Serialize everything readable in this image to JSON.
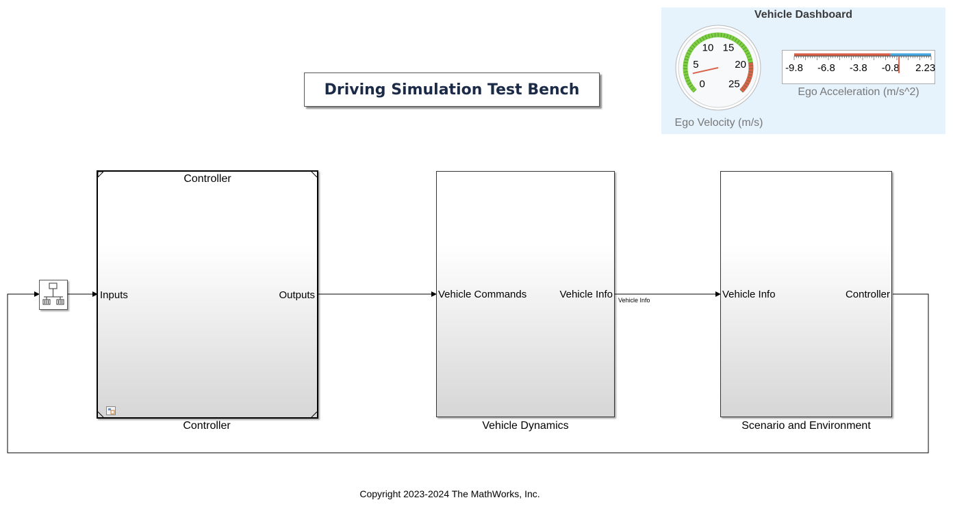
{
  "title": "Driving Simulation Test Bench",
  "dashboard": {
    "title": "Vehicle Dashboard",
    "velocity": {
      "label": "Ego Velocity (m/s)",
      "ticks": [
        "0",
        "5",
        "10",
        "15",
        "20",
        "25"
      ],
      "value": 3
    },
    "acceleration": {
      "label": "Ego Acceleration (m/s^2)",
      "ticks": [
        "-9.8",
        "-6.8",
        "-3.8",
        "-0.8",
        "2.2",
        "3"
      ],
      "value": 0
    }
  },
  "blocks": {
    "controller": {
      "name": "Controller",
      "header": "Controller",
      "in_port": "Inputs",
      "out_port": "Outputs"
    },
    "dynamics": {
      "name": "Vehicle Dynamics",
      "in_port": "Vehicle Commands",
      "out_port": "Vehicle Info"
    },
    "scenario": {
      "name": "Scenario and Environment",
      "in_port": "Vehicle Info",
      "out_port": "Controller"
    }
  },
  "signal_label": "Vehicle Info",
  "copyright": "Copyright 2023-2024 The MathWorks, Inc.",
  "colors": {
    "gauge_green": "#7ccf42",
    "gauge_red": "#d9624a",
    "needle": "#d9624a",
    "bar_blue": "#4aa8e0",
    "title_text": "#1b2a47",
    "dashboard_bg": "#e6f3fd"
  }
}
